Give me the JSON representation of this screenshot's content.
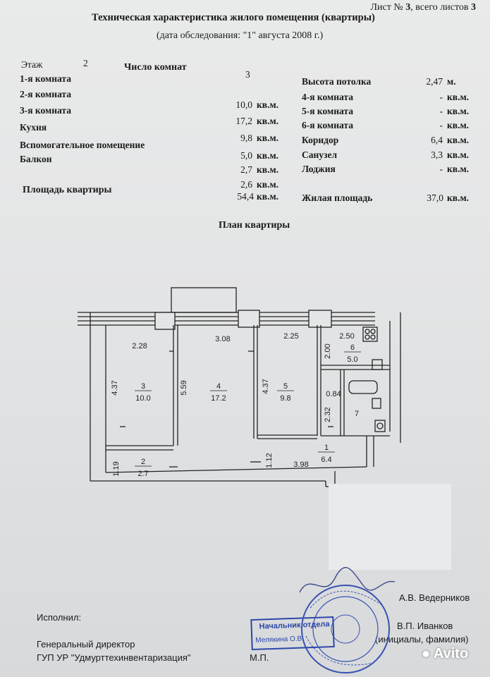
{
  "header": {
    "sheet_label": "Лист №",
    "sheet_number": "3",
    "total_label": ", всего листов",
    "total_number": "3"
  },
  "title": "Техническая характеристика жилого помещения (квартиры)",
  "survey_date": "(дата обследования: \"1\" августа 2008 г.)",
  "floor": {
    "label": "Этаж",
    "value": "2"
  },
  "rooms_count": {
    "label": "Число комнат",
    "value": "3"
  },
  "left_rows": [
    {
      "label": "1-я комната",
      "value": "",
      "unit": ""
    },
    {
      "label": "2-я комната",
      "value": "10,0",
      "unit": "кв.м."
    },
    {
      "label": "3-я комната",
      "value": "17,2",
      "unit": "кв.м."
    },
    {
      "label": "Кухня",
      "value": "9,8",
      "unit": "кв.м."
    },
    {
      "label": "Вспомогательное помещение",
      "value": "5,0",
      "unit": "кв.м."
    },
    {
      "label": "Балкон",
      "value": "2,7",
      "unit": "кв.м."
    },
    {
      "label": "",
      "value": "2,6",
      "unit": "кв.м."
    }
  ],
  "right_rows": [
    {
      "label": "Высота потолка",
      "value": "2,47",
      "unit": "м."
    },
    {
      "label": "4-я комната",
      "value": "-",
      "unit": "кв.м."
    },
    {
      "label": "5-я комната",
      "value": "-",
      "unit": "кв.м."
    },
    {
      "label": "6-я комната",
      "value": "-",
      "unit": "кв.м."
    },
    {
      "label": "Коридор",
      "value": "6,4",
      "unit": "кв.м."
    },
    {
      "label": "Санузел",
      "value": "3,3",
      "unit": "кв.м."
    },
    {
      "label": "Лоджия",
      "value": "-",
      "unit": "кв.м."
    }
  ],
  "total_area": {
    "label": "Площадь квартиры",
    "value": "54,4",
    "unit": "кв.м."
  },
  "living_area": {
    "label": "Жилая площадь",
    "value": "37,0",
    "unit": "кв.м."
  },
  "plan_title": "План квартиры",
  "plan": {
    "dims": [
      "2.28",
      "3.08",
      "2.25",
      "2.50",
      "4.37",
      "5.59",
      "4.37",
      "2.00",
      "0.84",
      "2.32",
      "1.19",
      "1.12",
      "3.98"
    ],
    "rooms": [
      {
        "no": "3",
        "area": "10.0"
      },
      {
        "no": "4",
        "area": "17.2"
      },
      {
        "no": "5",
        "area": "9.8"
      },
      {
        "no": "6",
        "area": "5.0"
      },
      {
        "no": "7",
        "area": ""
      },
      {
        "no": "2",
        "area": "2.7"
      },
      {
        "no": "1",
        "area": "6.4"
      }
    ]
  },
  "footer": {
    "performer_label": "Исполнил:",
    "signer1_name": "А.В. Ведерников",
    "director_label": "Генеральный директор",
    "org_name": "ГУП УР \"Удмурттехинвентаризация\"",
    "signer2_name": "В.П. Иванков",
    "initials_note": "(инициалы, фамилия)",
    "mp_label": "М.П.",
    "box_stamp_line1": "Начальник отдела",
    "box_stamp_line2": "Мелякина О.В."
  },
  "watermark": "Avito"
}
